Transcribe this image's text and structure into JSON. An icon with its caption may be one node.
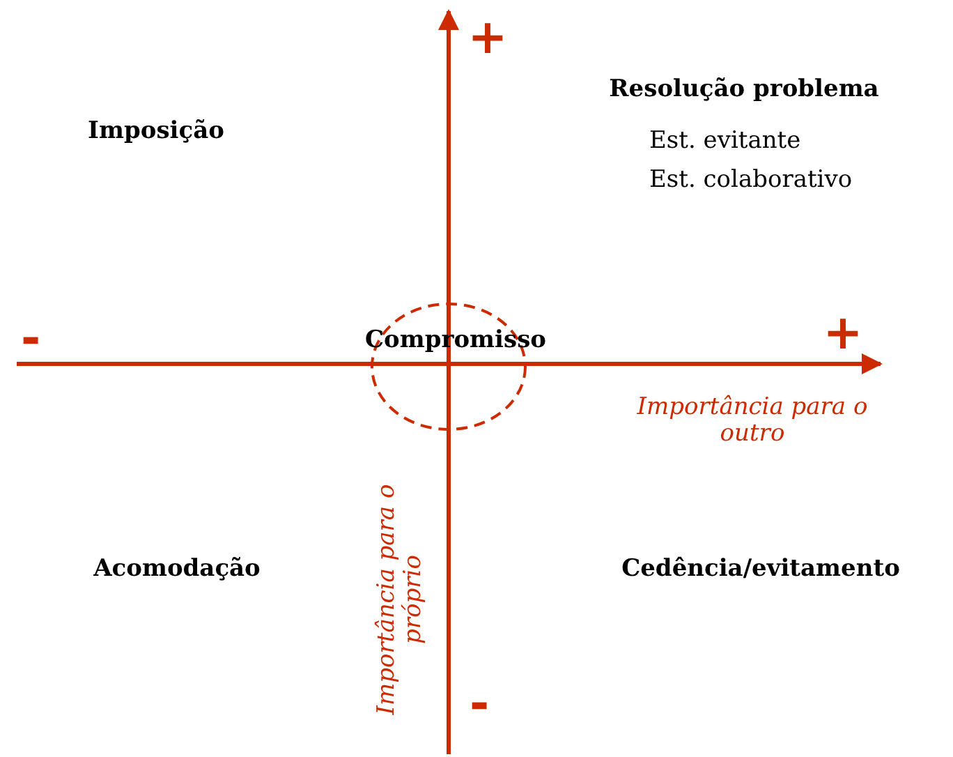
{
  "diagram": {
    "nodes": [
      {
        "text": [
          "Compromisso"
        ]
      }
    ],
    "labels": [
      "+",
      "Resolução problema",
      "Imposição",
      "Est. evitante",
      "Est. colaborativo",
      "-",
      "+",
      "Importância para o outro",
      "Acomodação",
      "Cedência/evitamento",
      "Importância para o próprio",
      "-"
    ]
  }
}
